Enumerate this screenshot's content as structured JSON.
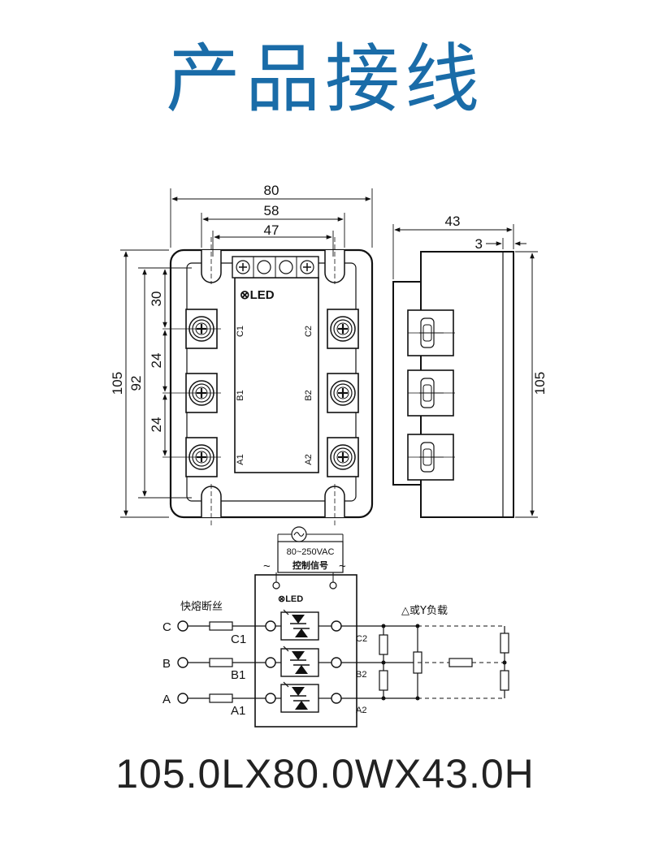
{
  "title": "产品接线",
  "caption": "105.0LX80.0WX43.0H",
  "front_view": {
    "dim_width_outer": "80",
    "dim_width_mid": "58",
    "dim_width_inner": "47",
    "dim_height_total": "105",
    "dim_height_inner": "92",
    "dim_top": "30",
    "dim_pitch_1": "24",
    "dim_pitch_2": "24",
    "led_label": "⊗LED",
    "terminals_left": [
      "C1",
      "B1",
      "A1"
    ],
    "terminals_right": [
      "C2",
      "B2",
      "A2"
    ]
  },
  "side_view": {
    "dim_depth": "43",
    "dim_offset": "3",
    "dim_height": "105"
  },
  "wiring": {
    "control_voltage": "80~250VAC",
    "control_signal": "控制信号",
    "tilde_left": "~",
    "tilde_right": "~",
    "led_label": "⊗LED",
    "fuse_label": "快熔断丝",
    "load_label": "△或Y负载",
    "inputs": [
      "C",
      "B",
      "A"
    ],
    "terminals_in": [
      "C1",
      "B1",
      "A1"
    ],
    "terminals_out": [
      "C2",
      "B2",
      "A2"
    ]
  }
}
